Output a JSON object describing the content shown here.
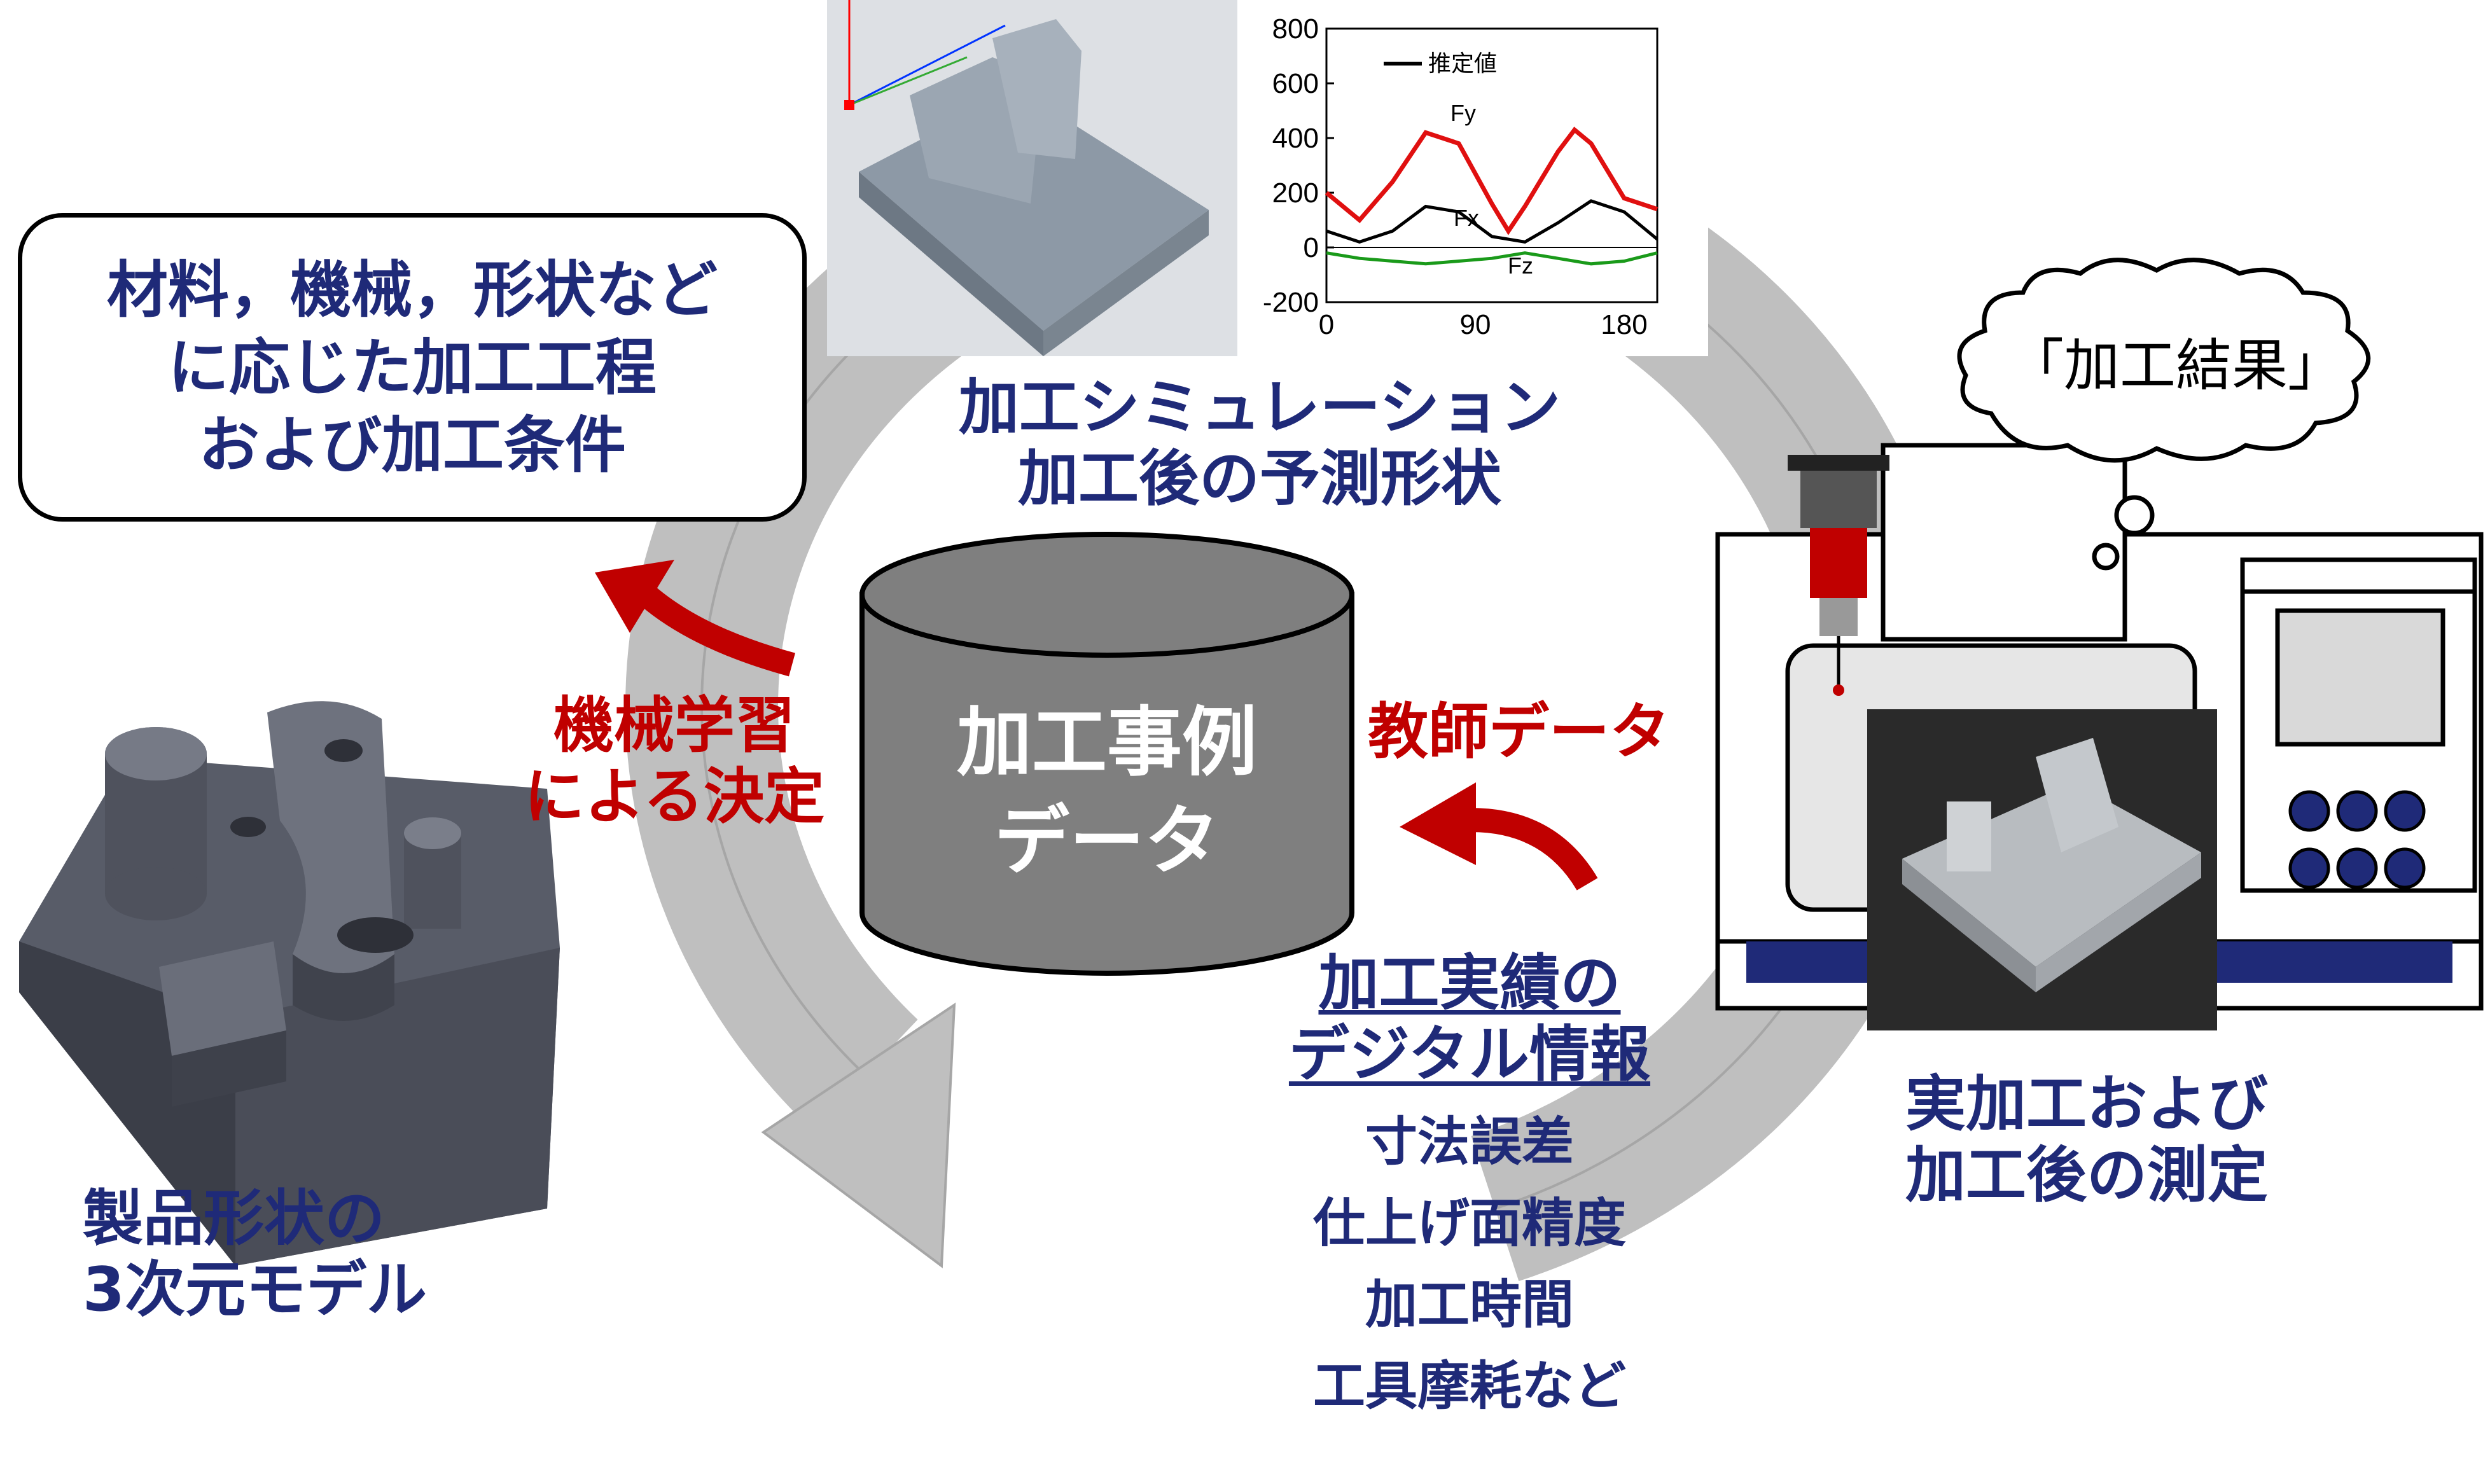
{
  "conditions_box": {
    "lines": [
      "材料，機械，形状など",
      "に応じた加工工程",
      "および加工条件"
    ]
  },
  "simulation": {
    "title_lines": [
      "加工シミュレーション",
      "加工後の予測形状"
    ]
  },
  "database": {
    "lines": [
      "加工事例",
      "データ"
    ]
  },
  "machine_learning": {
    "lines": [
      "機械学習",
      "による決定"
    ]
  },
  "teacher_data": {
    "label": "教師データ"
  },
  "digital_info": {
    "title_lines": [
      "加工実績の",
      "デジタル情報"
    ],
    "items": [
      "寸法誤差",
      "仕上げ面精度",
      "加工時間",
      "工具摩耗など"
    ]
  },
  "product_model": {
    "lines": [
      "製品形状の",
      "3次元モデル"
    ]
  },
  "machining": {
    "lines": [
      "実加工および",
      "加工後の測定"
    ],
    "thought": "「加工結果」"
  },
  "colors": {
    "navy": "#1f2a78",
    "red_accent": "#c00000",
    "cycle_gray": "#bfbfbf",
    "db_gray": "#7f7f7f"
  },
  "chart_data": {
    "type": "line",
    "legend": [
      "推定値"
    ],
    "xlim": [
      0,
      200
    ],
    "ylim": [
      -200,
      800
    ],
    "x_ticks": [
      0,
      90,
      180
    ],
    "y_ticks": [
      800,
      600,
      400,
      200,
      0,
      -200
    ],
    "series": [
      {
        "name": "Fy",
        "x": [
          0,
          20,
          40,
          60,
          80,
          100,
          110,
          120,
          140,
          150,
          160,
          180,
          200
        ],
        "values": [
          200,
          100,
          240,
          420,
          380,
          160,
          60,
          150,
          350,
          430,
          380,
          180,
          140
        ]
      },
      {
        "name": "Fx",
        "x": [
          0,
          20,
          40,
          60,
          80,
          100,
          120,
          140,
          160,
          180,
          200
        ],
        "values": [
          60,
          20,
          60,
          150,
          130,
          40,
          20,
          90,
          170,
          130,
          30
        ]
      },
      {
        "name": "Fz",
        "x": [
          0,
          20,
          40,
          60,
          80,
          100,
          120,
          140,
          160,
          180,
          200
        ],
        "values": [
          -20,
          -40,
          -50,
          -60,
          -50,
          -40,
          -20,
          -40,
          -60,
          -50,
          -20
        ]
      }
    ]
  }
}
